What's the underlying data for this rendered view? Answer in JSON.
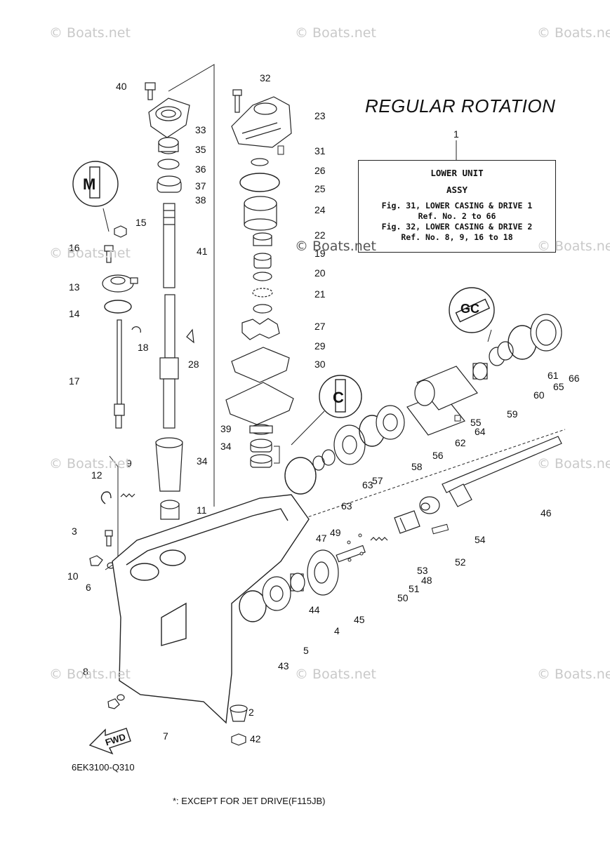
{
  "diagram": {
    "title": "REGULAR ROTATION",
    "info_box": {
      "number": "1",
      "line1": "LOWER UNIT",
      "line2": "ASSY",
      "line3": "Fig. 31, LOWER CASING & DRIVE 1",
      "line4": "Ref. No. 2 to 66",
      "line5": "Fig. 32, LOWER CASING & DRIVE 2",
      "line6": "Ref. No. 8, 9, 16 to 18"
    },
    "diagram_code": "6EK3100-Q310",
    "footnote": "*: EXCEPT FOR JET DRIVE(F115JB)",
    "watermark": "© Boats.net",
    "arrow_label": "FWD",
    "part_labels": [
      "40",
      "32",
      "23",
      "33",
      "31",
      "35",
      "26",
      "36",
      "25",
      "37",
      "38",
      "24",
      "15",
      "22",
      "16",
      "41",
      "19",
      "20",
      "13",
      "21",
      "14",
      "18",
      "27",
      "29",
      "28",
      "30",
      "17",
      "39",
      "34",
      "9",
      "12",
      "11",
      "3",
      "10",
      "6",
      "8",
      "7",
      "2",
      "42",
      "43",
      "5",
      "4",
      "44",
      "45",
      "47",
      "49",
      "51",
      "48",
      "50",
      "53",
      "52",
      "54",
      "46",
      "55",
      "56",
      "57",
      "58",
      "59",
      "60",
      "61",
      "62",
      "63",
      "64",
      "65",
      "66"
    ],
    "icons": [
      "grease-m-icon",
      "grease-c-icon",
      "grease-gc-icon"
    ]
  }
}
